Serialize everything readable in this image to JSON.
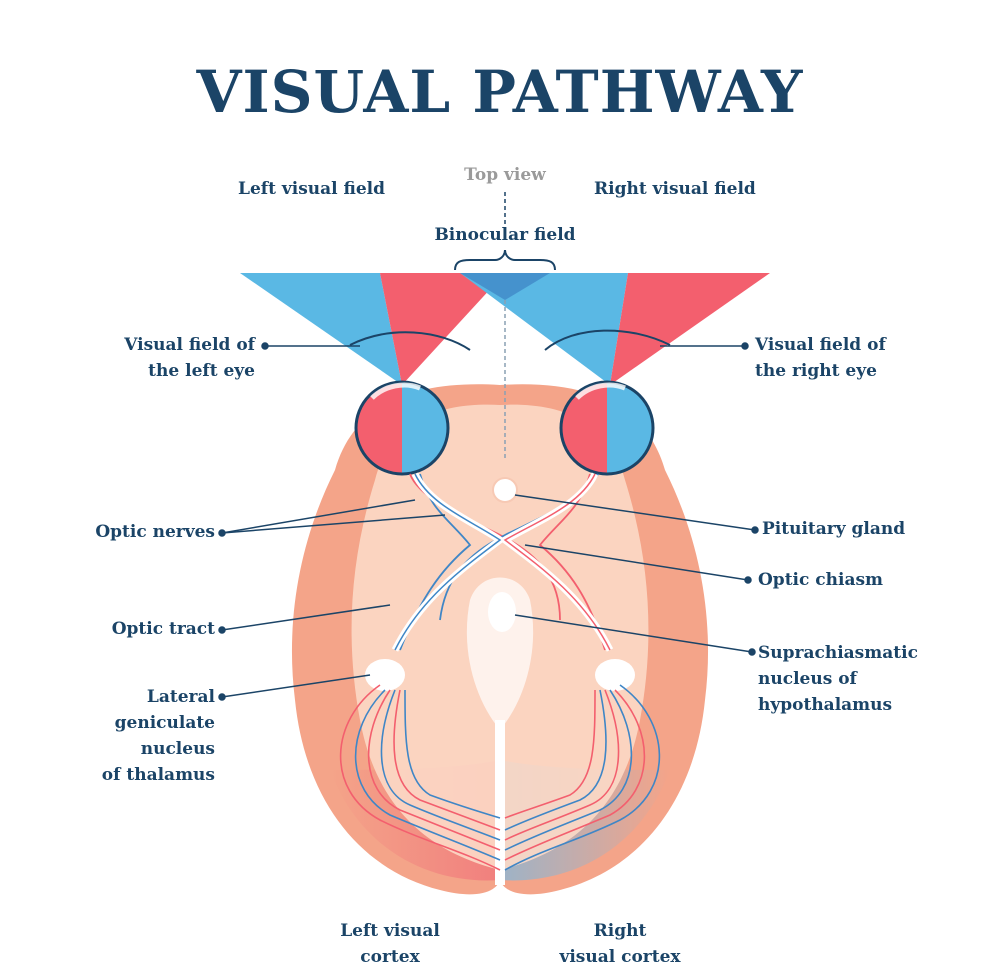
{
  "title": "VISUAL PATHWAY",
  "labels": {
    "top_view": "Top view",
    "left_visual_field": "Left visual field",
    "right_visual_field": "Right visual field",
    "binocular_field": "Binocular field",
    "visual_field_left_eye": [
      "Visual field of",
      "the left eye"
    ],
    "visual_field_right_eye": [
      "Visual field of",
      "the right eye"
    ],
    "optic_nerves": "Optic nerves",
    "pituitary_gland": "Pituitary gland",
    "optic_chiasm": "Optic chiasm",
    "optic_tract": "Optic tract",
    "suprachiasmatic": [
      "Suprachiasmatic",
      "nucleus of",
      "hypothalamus"
    ],
    "lateral_geniculate": [
      "Lateral",
      "geniculate",
      "nucleus",
      "of thalamus"
    ],
    "left_visual_cortex": [
      "Left visual",
      "cortex"
    ],
    "right_visual_cortex": [
      "Right",
      "visual cortex"
    ]
  },
  "colors": {
    "title": "#1b4467",
    "left_field": "#5ab8e4",
    "right_field": "#f35f6e",
    "brain_outer": "#f4a489",
    "brain_inner": "#fcd9c6",
    "pointer": "#1b4467"
  }
}
